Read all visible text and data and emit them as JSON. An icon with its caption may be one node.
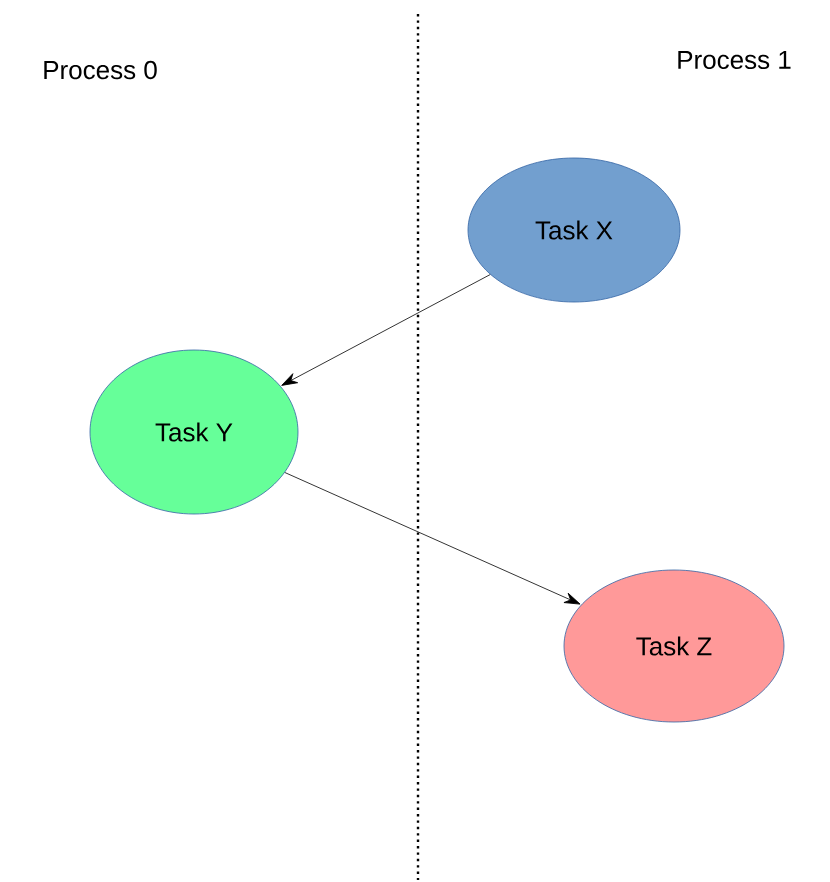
{
  "diagram": {
    "nodes": [
      {
        "text": [
          "Task X"
        ]
      },
      {
        "text": [
          "Task Y"
        ]
      },
      {
        "text": [
          "Task Z"
        ]
      }
    ],
    "edges": [
      {
        "from": 0,
        "to": 1,
        "arrow": "to"
      },
      {
        "from": 1,
        "to": 2,
        "arrow": "to"
      }
    ],
    "labels": [
      "Process 0",
      "Process 1"
    ]
  }
}
